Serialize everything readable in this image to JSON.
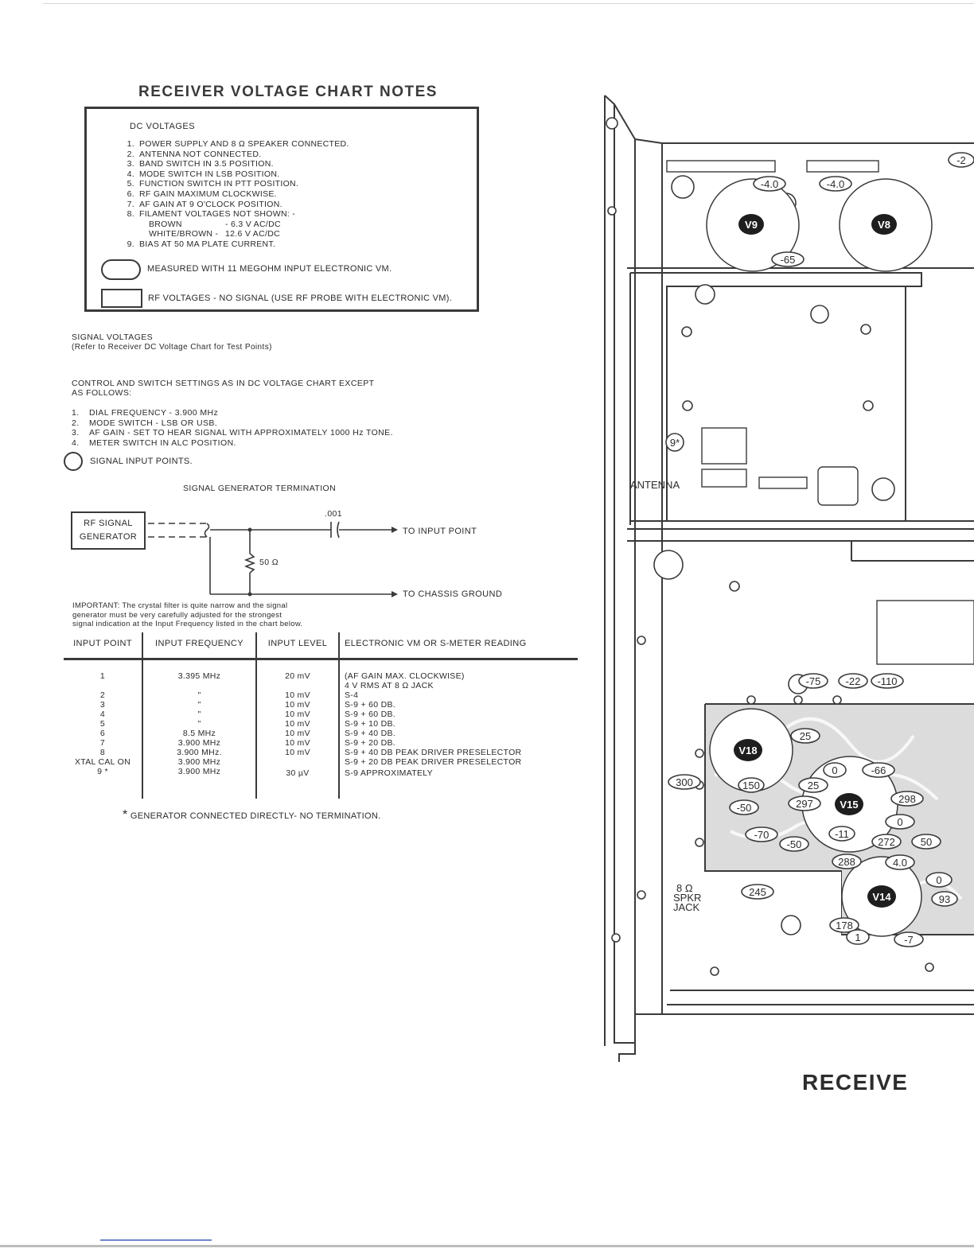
{
  "title": "RECEIVER VOLTAGE CHART NOTES",
  "dc_voltages": {
    "heading": "DC VOLTAGES",
    "items": [
      {
        "num": "1.",
        "text": "POWER SUPPLY AND 8 Ω SPEAKER CONNECTED."
      },
      {
        "num": "2.",
        "text": "ANTENNA NOT CONNECTED."
      },
      {
        "num": "3.",
        "text": "BAND SWITCH IN 3.5 POSITION."
      },
      {
        "num": "4.",
        "text": "MODE SWITCH IN LSB POSITION."
      },
      {
        "num": "5.",
        "text": "FUNCTION SWITCH IN PTT POSITION."
      },
      {
        "num": "6.",
        "text": "RF GAIN MAXIMUM CLOCKWISE."
      },
      {
        "num": "7.",
        "text": "AF GAIN AT 9 O'CLOCK POSITION."
      },
      {
        "num": "8.",
        "text": "FILAMENT VOLTAGES NOT SHOWN: -"
      }
    ],
    "filament": [
      {
        "color": "BROWN",
        "value": "-     6.3 V AC/DC"
      },
      {
        "color": "WHITE/BROWN -",
        "value": "12.6 V AC/DC"
      }
    ],
    "item9": {
      "num": "9.",
      "text": "BIAS AT 50 MA PLATE CURRENT."
    },
    "oval_note": "MEASURED WITH 11 MEGOHM INPUT ELECTRONIC VM.",
    "rect_note": "RF VOLTAGES - NO SIGNAL (USE RF PROBE WITH ELECTRONIC VM)."
  },
  "signal": {
    "heading": "SIGNAL VOLTAGES",
    "subheading": "(Refer to Receiver DC Voltage Chart for Test Points)",
    "control_line1": "CONTROL AND SWITCH SETTINGS AS IN DC VOLTAGE CHART EXCEPT",
    "control_line2": "AS FOLLOWS:",
    "items": [
      {
        "num": "1.",
        "text": "DIAL FREQUENCY -   3.900 MHz"
      },
      {
        "num": "2.",
        "text": "MODE SWITCH -   LSB OR USB."
      },
      {
        "num": "3.",
        "text": "AF GAIN -   SET TO HEAR SIGNAL WITH APPROXIMATELY 1000 Hz TONE."
      },
      {
        "num": "4.",
        "text": "METER SWITCH IN ALC POSITION."
      }
    ],
    "input_points_note": "SIGNAL INPUT POINTS.",
    "termination_title": "SIGNAL GENERATOR TERMINATION",
    "generator_line1": "RF SIGNAL",
    "generator_line2": "GENERATOR",
    "capacitor": ".001",
    "resistor": "50 Ω",
    "to_input": "TO INPUT POINT",
    "to_ground": "TO CHASSIS GROUND",
    "important_1": "IMPORTANT: The crystal filter is quite narrow and the signal",
    "important_2": "generator must be very carefully adjusted for the strongest",
    "important_3": "signal indication at the Input Frequency listed in the chart below."
  },
  "table": {
    "headers": [
      "INPUT POINT",
      "INPUT FREQUENCY",
      "INPUT LEVEL",
      "ELECTRONIC VM OR S-METER  READING"
    ],
    "rows": [
      {
        "point": "1",
        "freq": "3.395 MHz",
        "level": "20 mV",
        "reading": "(AF GAIN MAX. CLOCKWISE)"
      },
      {
        "point": "",
        "freq": "",
        "level": "",
        "reading": "4 V RMS AT 8 Ω JACK"
      },
      {
        "point": "2",
        "freq": "\"",
        "level": "10 mV",
        "reading": "S-4"
      },
      {
        "point": "3",
        "freq": "\"",
        "level": "10 mV",
        "reading": "S-9 + 60 DB."
      },
      {
        "point": "4",
        "freq": "\"",
        "level": "10 mV",
        "reading": "S-9 + 60 DB."
      },
      {
        "point": "5",
        "freq": "\"",
        "level": "10 mV",
        "reading": "S-9 + 10 DB."
      },
      {
        "point": "6",
        "freq": "8.5 MHz",
        "level": "10 mV",
        "reading": "S-9 + 40 DB."
      },
      {
        "point": "7",
        "freq": "3.900 MHz",
        "level": "10 mV",
        "reading": "S-9 + 20 DB."
      },
      {
        "point": "8",
        "freq": "3.900 MHz.",
        "level": "10 mV",
        "reading": "S-9 + 40 DB PEAK DRIVER PRESELECTOR"
      },
      {
        "point": "XTAL CAL ON",
        "freq": "3.900 MHz",
        "level": "",
        "reading": "S-9 + 20 DB PEAK DRIVER PRESELECTOR"
      },
      {
        "point": "9 *",
        "freq": "3.900 MHz",
        "level": "30 µV",
        "reading": "S-9 APPROXIMATELY"
      }
    ]
  },
  "footnote": {
    "star": "*",
    "text": "GENERATOR CONNECTED DIRECTLY- NO TERMINATION."
  },
  "chassis": {
    "tubes": [
      "V9",
      "V8",
      "V18",
      "V15",
      "V14"
    ],
    "dc_labels": [
      "-4.0",
      "-4.0",
      "-65",
      "-2",
      "-75",
      "-22",
      "-110",
      "25",
      "0",
      "-66",
      "300",
      "150",
      "25",
      "298",
      "-50",
      "297",
      "0",
      "-70",
      "-50",
      "-11",
      "272",
      "50",
      "288",
      "4.0",
      "0",
      "245",
      "93",
      "178",
      "1",
      "-7"
    ],
    "signal_point": "9*",
    "antenna": "ANTENNA",
    "spkr_line1": "8 Ω",
    "spkr_line2": "SPKR",
    "spkr_line3": "JACK"
  },
  "receive_text": "RECEIVE"
}
